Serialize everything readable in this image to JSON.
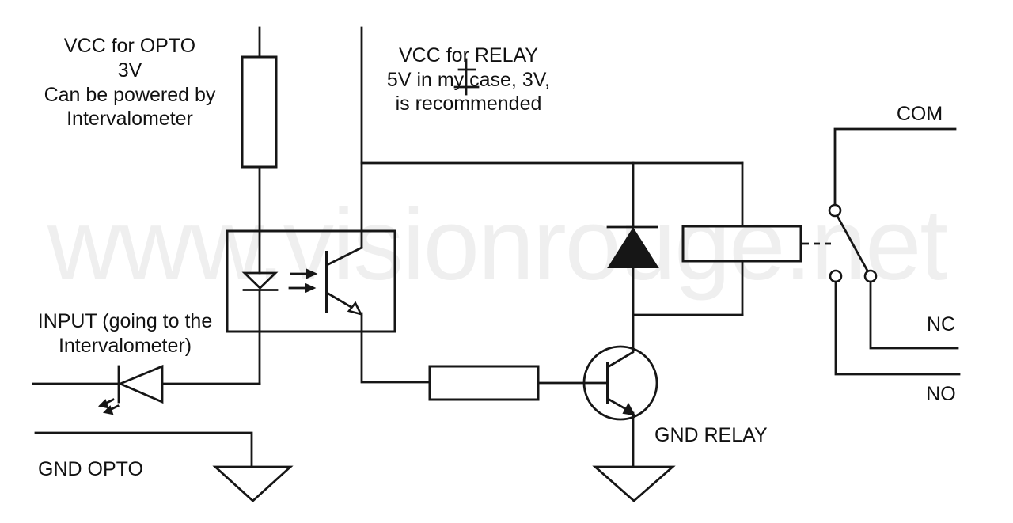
{
  "diagram": {
    "watermark": "www.visionrouge.net",
    "labels": {
      "vcc_opto": [
        "VCC for OPTO",
        "3V",
        "Can be powered by",
        "Intervalometer"
      ],
      "vcc_relay": [
        "VCC for RELAY",
        "5V in my case, 3V,",
        "is recommended"
      ],
      "input": [
        "INPUT (going to the",
        "Intervalometer)"
      ],
      "gnd_opto": "GND OPTO",
      "gnd_relay": "GND RELAY",
      "com": "COM",
      "nc": "NC",
      "no": "NO"
    },
    "colors": {
      "line": "#161616",
      "text": "#111111",
      "watermark": "#efefef",
      "background": "#ffffff"
    },
    "symbols": [
      "pullup-resistor-icon",
      "optocoupler-icon",
      "opto-led-icon",
      "phototransistor-icon",
      "input-led-icon",
      "base-resistor-icon",
      "npn-transistor-icon",
      "flyback-diode-icon",
      "relay-coil-icon",
      "spdt-switch-icon",
      "ground-icon"
    ]
  }
}
